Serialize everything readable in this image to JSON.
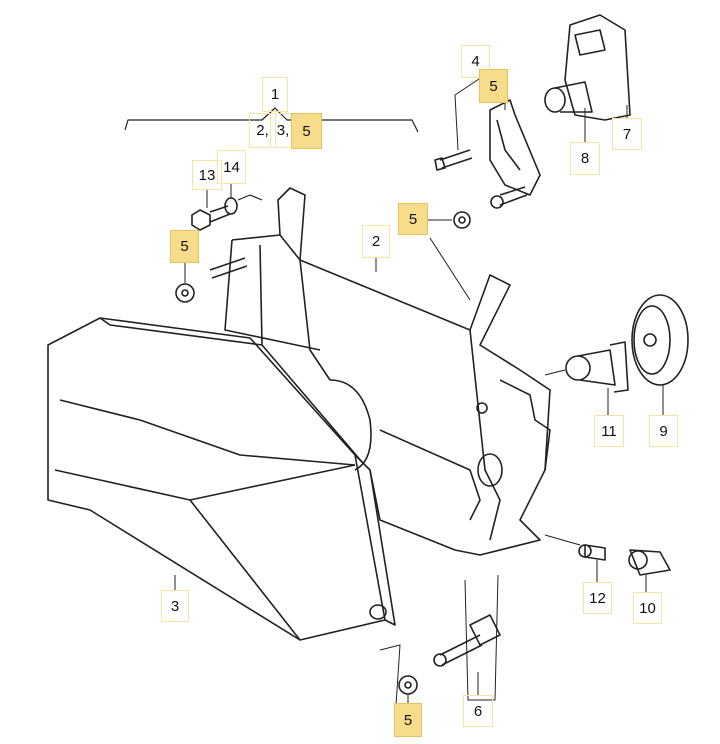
{
  "diagram": {
    "highlight_color": "#f7dc8b",
    "labels": [
      {
        "id": "l1",
        "text": "1",
        "highlighted": false
      },
      {
        "id": "l2a",
        "text": "2,",
        "highlighted": false
      },
      {
        "id": "l3a",
        "text": "3,",
        "highlighted": false
      },
      {
        "id": "l5a",
        "text": "5",
        "highlighted": true
      },
      {
        "id": "l13",
        "text": "13",
        "highlighted": false
      },
      {
        "id": "l14",
        "text": "14",
        "highlighted": false
      },
      {
        "id": "l5b",
        "text": "5",
        "highlighted": true
      },
      {
        "id": "l4",
        "text": "4",
        "highlighted": false
      },
      {
        "id": "l5c",
        "text": "5",
        "highlighted": true
      },
      {
        "id": "l7",
        "text": "7",
        "highlighted": false
      },
      {
        "id": "l8",
        "text": "8",
        "highlighted": false
      },
      {
        "id": "l5d",
        "text": "5",
        "highlighted": true
      },
      {
        "id": "l2",
        "text": "2",
        "highlighted": false
      },
      {
        "id": "l11",
        "text": "11",
        "highlighted": false
      },
      {
        "id": "l9",
        "text": "9",
        "highlighted": false
      },
      {
        "id": "l3",
        "text": "3",
        "highlighted": false
      },
      {
        "id": "l12",
        "text": "12",
        "highlighted": false
      },
      {
        "id": "l10",
        "text": "10",
        "highlighted": false
      },
      {
        "id": "l6",
        "text": "6",
        "highlighted": false
      },
      {
        "id": "l5e",
        "text": "5",
        "highlighted": true
      }
    ]
  }
}
